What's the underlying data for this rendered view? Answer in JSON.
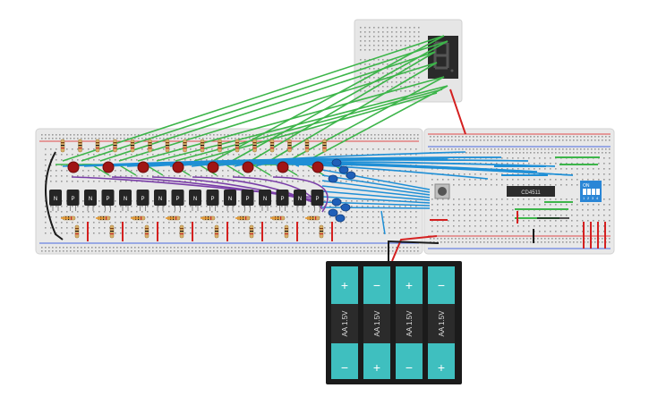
{
  "chip": {
    "label": "CD4511"
  },
  "dip_switch": {
    "label": "ON",
    "positions": [
      "1",
      "2",
      "3",
      "4"
    ]
  },
  "transistors": [
    "N",
    "P",
    "N",
    "P",
    "N",
    "P",
    "N",
    "P",
    "N",
    "P",
    "N",
    "P",
    "N",
    "P",
    "N",
    "P"
  ],
  "battery": {
    "cells": [
      {
        "label": "AA 1.5V",
        "top": "+",
        "bottom": "−"
      },
      {
        "label": "AA 1.5V",
        "top": "−",
        "bottom": "+"
      },
      {
        "label": "AA 1.5V",
        "top": "+",
        "bottom": "−"
      },
      {
        "label": "AA 1.5V",
        "top": "−",
        "bottom": "+"
      }
    ]
  },
  "colors": {
    "breadboard": "#e8e8e8",
    "wire_green": "#3db54a",
    "wire_blue": "#1e8fd6",
    "wire_purple": "#7a3ea8",
    "wire_red": "#d42020",
    "wire_black": "#1a1a1a",
    "led_red": "#a01515",
    "battery_case": "#1b1b1b",
    "battery_cell": "#3fbfbf"
  }
}
